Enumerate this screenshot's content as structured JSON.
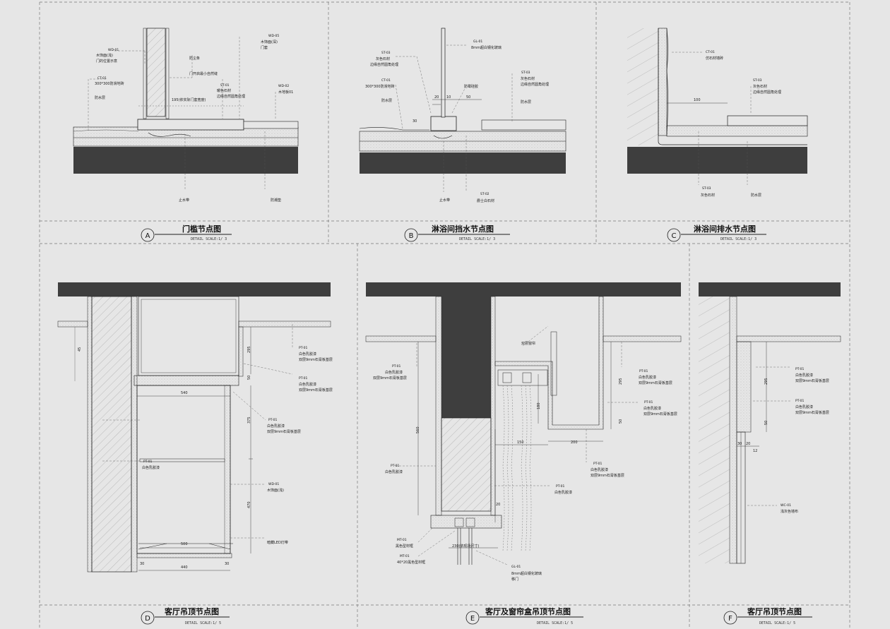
{
  "details": {
    "A": {
      "letter": "A",
      "title": "门槛节点图",
      "sub": "DETAIL    SCALE:1/  3",
      "labels": {
        "wd01_code": "WD-01",
        "wd01_l1": "木饰面(浅)",
        "wd01_l2": "门的位置示意",
        "wd05_code": "WD-05",
        "wd05_l1": "木饰面(深)",
        "wd05_l2": "门套",
        "fb_code": "",
        "fb": "防尘条",
        "gap": "门开启最小自然缝",
        "ct01_code": "CT-01",
        "ct01_l1": "300*300防滑地砖",
        "ct01_l2": "防水层",
        "st01_code": "ST-01",
        "st01_l1": "暖色石材",
        "st01_l2": "边缘自然圆角处理",
        "wd02_code": "WD-02",
        "wd02_l1": "木地板01",
        "dim_width": "195(依实际门套宽度)",
        "b1_code": "",
        "b1": "止水带",
        "b2_code": "",
        "b2": "防潮垫"
      }
    },
    "B": {
      "letter": "B",
      "title": "淋浴间挡水节点图",
      "sub": "DETAIL    SCALE:1/  3",
      "labels": {
        "st03a_code": "ST-03",
        "st03a_l1": "灰色石材",
        "st03a_l2": "边缘自然圆角处理",
        "gl01_code": "GL-01",
        "gl01_l1": "8mm超白钢化玻璃",
        "ct01_code": "CT-01",
        "ct01_l1": "300*300防滑地砖",
        "ct01_l2": "防水层",
        "gl_code": "",
        "gl": "防霉硅胶",
        "st03b_code": "ST-03",
        "st03b_l1": "灰色石材",
        "st03b_l2": "边缘自然圆角处理",
        "st03b_l3": "防水层",
        "b1_code": "",
        "b1": "止水带",
        "st02_code": "ST-02",
        "st02_l1": "爵士白石材",
        "d20": "20",
        "d10": "10",
        "d50": "50",
        "d30": "30"
      }
    },
    "C": {
      "letter": "C",
      "title": "淋浴间排水节点图",
      "sub": "DETAIL    SCALE:1/  3",
      "labels": {
        "ct01_code": "CT-01",
        "ct01_l1": "仿石材墙砖",
        "st03_code": "ST-03",
        "st03_l1": "灰色石材",
        "st03_l2": "边缘自然圆角处理",
        "d100": "100",
        "b1_code": "ST-03",
        "b1": "灰色石材",
        "b2_code": "",
        "b2": "防水层"
      }
    },
    "D": {
      "letter": "D",
      "title": "客厅吊顶节点图",
      "sub": "DETAIL    SCALE:1/  5",
      "labels": {
        "pt1_code": "PT-01",
        "pt1_l1": "白色乳胶漆",
        "pt1_l2": "双层9mm石膏板基层",
        "pt2_code": "PT-01",
        "pt2_l1": "白色乳胶漆",
        "pt2_l2": "双层9mm石膏板基层",
        "pt3_code": "PT-01",
        "pt3_l1": "白色乳胶漆",
        "pt3_l2": "双层9mm石膏板基层",
        "pt4_code": "PT-01",
        "pt4_l1": "白色乳胶漆",
        "wd_code": "WD-01",
        "wd_l1": "木饰面(浅)",
        "led_code": "",
        "led": "暗藏LED灯带",
        "d540": "540",
        "d500": "500",
        "d440": "440",
        "d30a": "30",
        "d30b": "30",
        "d295": "295",
        "d50": "50",
        "d375": "375",
        "d470": "470",
        "d45": "45"
      }
    },
    "E": {
      "letter": "E",
      "title": "客厅及窗帘盒吊顶节点图",
      "sub": "DETAIL    SCALE:1/  5",
      "labels": {
        "pt1_code": "PT-01",
        "pt1_l1": "白色乳胶漆",
        "pt1_l2": "双层9mm石膏板基层",
        "pt2_code": "PT-01",
        "pt2_l1": "白色乳胶漆",
        "pt2_l2": "双层9mm石膏板基层",
        "pt3_code": "PT-01",
        "pt3_l1": "白色乳胶漆",
        "pt3_l2": "双层9mm石膏板基层",
        "pt4_code": "PT-01",
        "pt4_l1": "白色乳胶漆",
        "pt5_code": "PT-01",
        "pt5_l1": "白色乳胶漆",
        "curtain_code": "",
        "curtain": "双层窗帘",
        "mt1_code": "MT-01",
        "mt1_l1": "黑色型材框",
        "mt2_code": "MT-01",
        "mt2_l1": "40*20黑色型材框",
        "gl_code": "GL-01",
        "gl_l1": "8mm超白钢化玻璃",
        "gl_l2": "移门",
        "d150": "150",
        "d200": "200",
        "d295": "295",
        "d50": "50",
        "d560": "560",
        "d230": "230(依现场尺寸)",
        "d20": "20",
        "d180": "180"
      }
    },
    "F": {
      "letter": "F",
      "title": "客厅吊顶节点图",
      "sub": "DETAIL    SCALE:1/  5",
      "labels": {
        "pt1_code": "PT-01",
        "pt1_l1": "白色乳胶漆",
        "pt1_l2": "双层9mm石膏板基层",
        "pt2_code": "PT-01",
        "pt2_l1": "白色乳胶漆",
        "pt2_l2": "双层9mm石膏板基层",
        "wc_code": "WC-01",
        "wc_l1": "浅灰色墙布",
        "d295": "295",
        "d50": "50",
        "d30": "30",
        "d20": "20",
        "d12": "12"
      }
    }
  },
  "colors": {
    "background": "#e6e6e6",
    "slab": "#3e3e3e",
    "line": "#1e1e1e",
    "dash": "#666666",
    "hatch": "#9a9a9a"
  }
}
